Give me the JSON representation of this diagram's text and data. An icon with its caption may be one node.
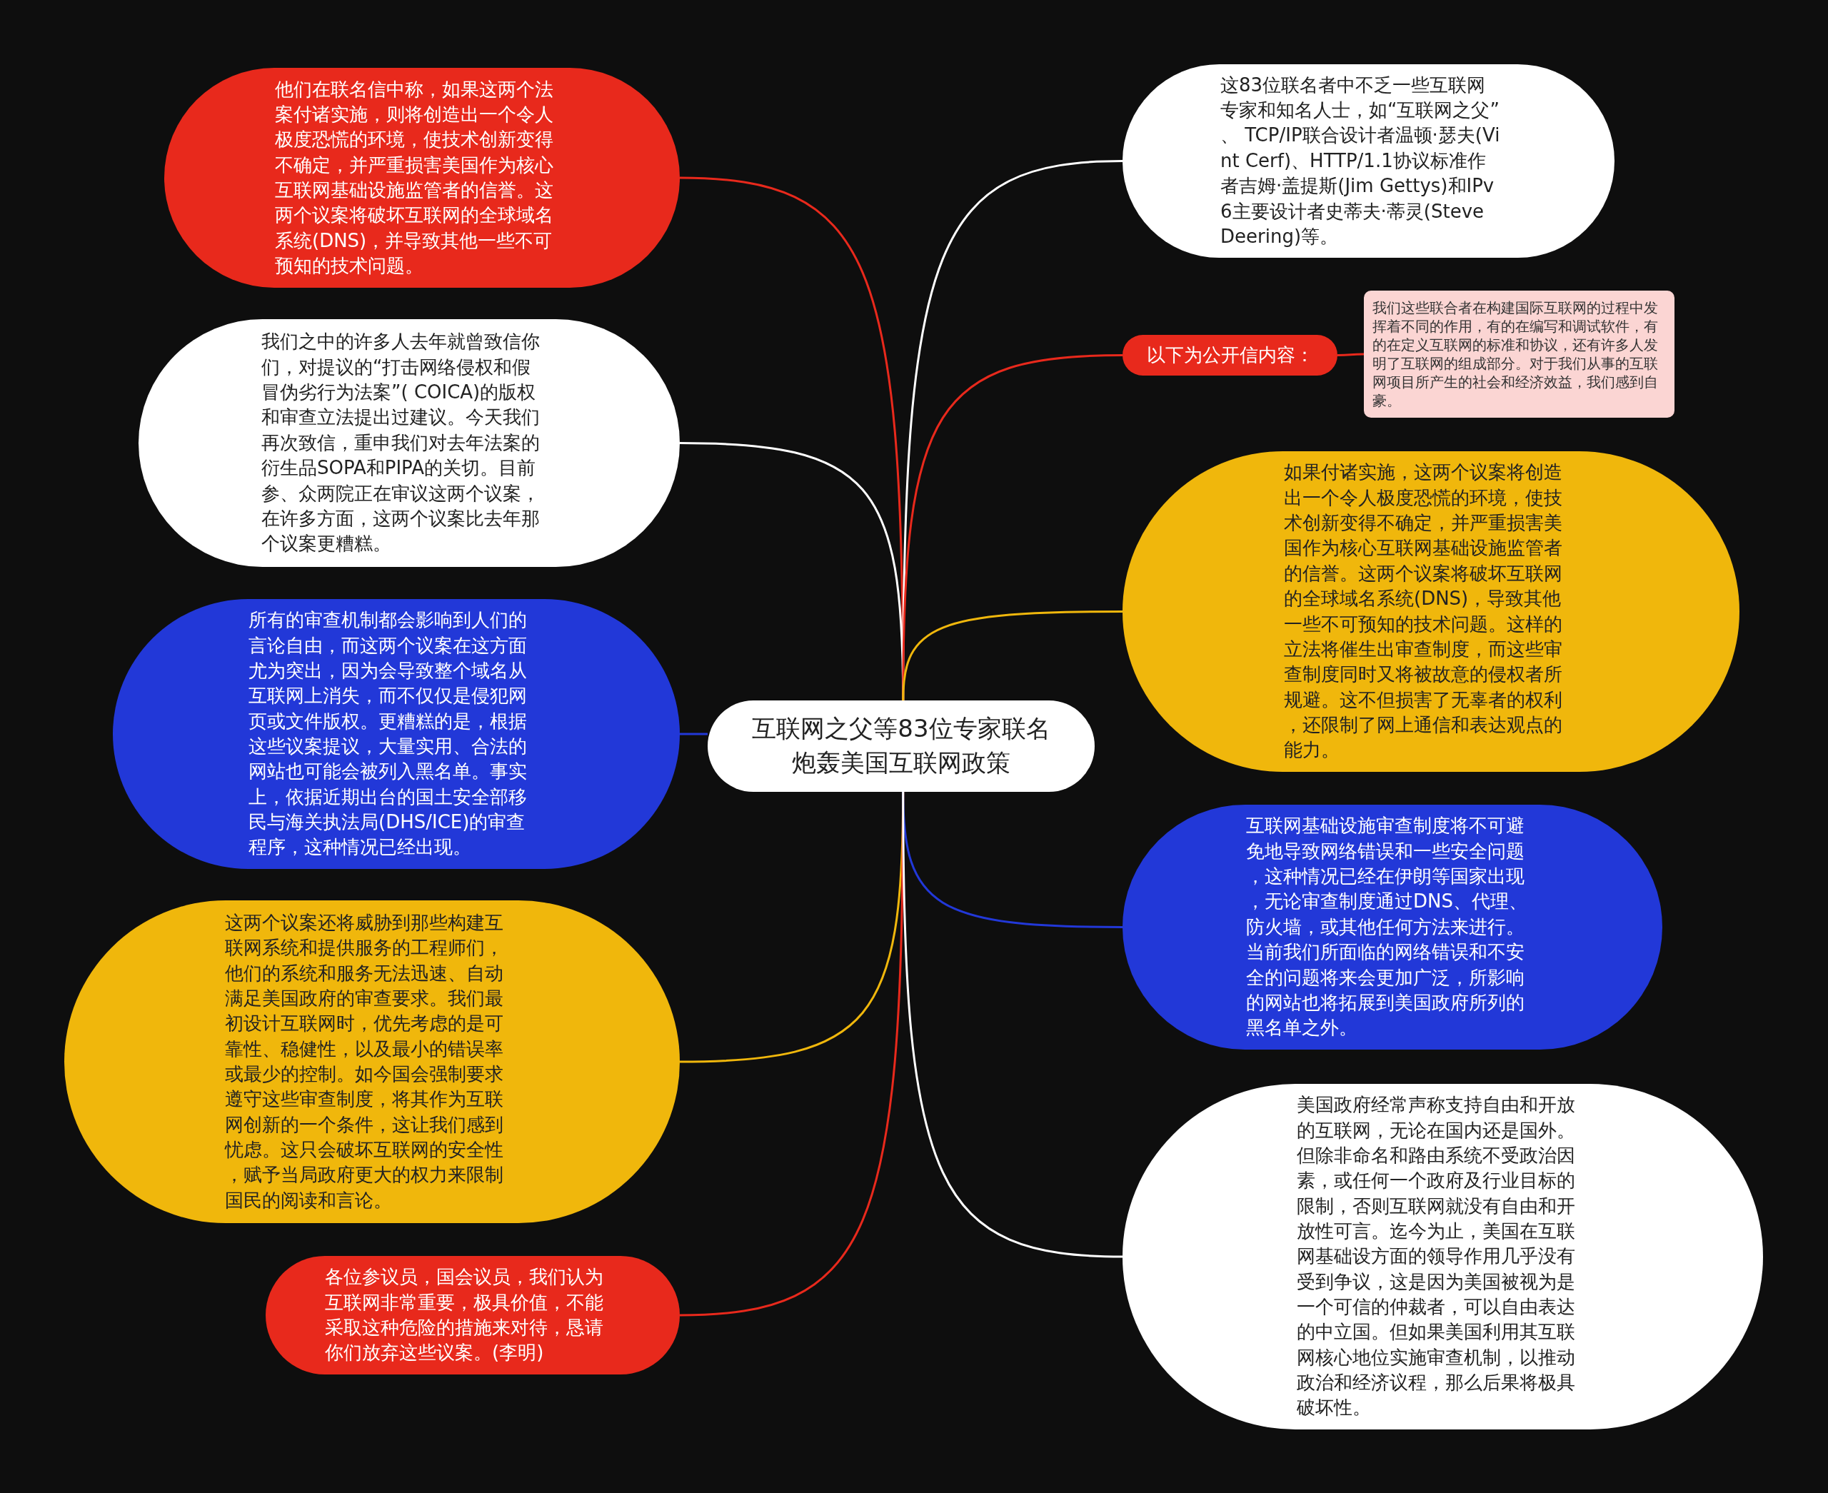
{
  "diagram": {
    "nodes": [
      {
        "text": [
          "互联网之父等83位专家联名炮轰美国互联网政策"
        ]
      },
      {
        "text": [
          "他们在联名信中称，如果这两个法案付诸实施，则将创造出一个令人极度恐慌的环境，使技术创新变得不确定，并严重损害美国作为核心互联网基础设施监管者的信誉。这两个议案将破坏互联网的全球域名系统(DNS)，并导致其他一些不可预知的技术问题。"
        ]
      },
      {
        "text": [
          "我们之中的许多人去年就曾致信你们，对提议的“打击网络侵权和假冒伪劣行为法案”( COICA)的版权和审查立法提出过建议。今天我们再次致信，重申我们对去年法案的衍生品SOPA和PIPA的关切。目前参、众两院正在审议这两个议案，在许多方面，这两个议案比去年那个议案更糟糕。"
        ]
      },
      {
        "text": [
          "所有的审查机制都会影响到人们的言论自由，而这两个议案在这方面尤为突出，因为会导致整个域名从互联网上消失，而不仅仅是侵犯网页或文件版权。更糟糕的是，根据这些议案提议，大量实用、合法的网站也可能会被列入黑名单。事实上，依据近期出台的国土安全部移民与海关执法局(DHS/ICE)的审查程序，这种情况已经出现。"
        ]
      },
      {
        "text": [
          "这两个议案还将威胁到那些构建互联网系统和提供服务的工程师们，他们的系统和服务无法迅速、自动满足美国政府的审查要求。我们最初设计互联网时，优先考虑的是可靠性、稳健性，以及最小的错误率或最少的控制。如今国会强制要求遵守这些审查制度，将其作为互联网创新的一个条件，这让我们感到忧虑。这只会破坏互联网的安全性，赋予当局政府更大的权力来限制国民的阅读和言论。"
        ]
      },
      {
        "text": [
          "各位参议员，国会议员，我们认为互联网非常重要，极具价值，不能采取这种危险的措施来对待，恳请你们放弃这些议案。(李明)"
        ]
      },
      {
        "text": [
          "这83位联名者中不乏一些互联网专家和知名人士，如“互联网之父”、 TCP/IP联合设计者温顿·瑟夫(Vint Cerf)、HTTP/1.1协议标准作者吉姆·盖提斯(Jim Gettys)和IPv6主要设计者史蒂夫·蒂灵(Steve Deering)等。"
        ]
      },
      {
        "text": [
          "以下为公开信内容："
        ]
      },
      {
        "text": [
          "我们这些联合者在构建国际互联网的过程中发挥着不同的作用，有的在编写和调试软件，有的在定义互联网的标准和协议，还有许多人发明了互联网的组成部分。对于我们从事的互联网项目所产生的社会和经济效益，我们感到自豪。"
        ]
      },
      {
        "text": [
          "如果付诸实施，这两个议案将创造出一个令人极度恐慌的环境，使技术创新变得不确定，并严重损害美国作为核心互联网基础设施监管者的信誉。这两个议案将破坏互联网的全球域名系统(DNS)，导致其他一些不可预知的技术问题。这样的立法将催生出审查制度，而这些审查制度同时又将被故意的侵权者所规避。这不但损害了无辜者的权利，还限制了网上通信和表达观点的能力。"
        ]
      },
      {
        "text": [
          "互联网基础设施审查制度将不可避免地导致网络错误和一些安全问题，这种情况已经在伊朗等国家出现，无论审查制度通过DNS、代理、防火墙，或其他任何方法来进行。当前我们所面临的网络错误和不安全的问题将来会更加广泛，所影响的网站也将拓展到美国政府所列的黑名单之外。"
        ]
      },
      {
        "text": [
          "美国政府经常声称支持自由和开放的互联网，无论在国内还是国外。但除非命名和路由系统不受政治因素，或任何一个政府及行业目标的限制，否则互联网就没有自由和开放性可言。迄今为止，美国在互联网基础设方面的领导作用几乎没有受到争议，这是因为美国被视为是一个可信的仲裁者，可以自由表达的中立国。但如果美国利用其互联网核心地位实施审查机制，以推动政治和经济议程，那么后果将极具破坏性。"
        ]
      }
    ],
    "edges": [
      {
        "from": 0,
        "to": 1,
        "arrow": "none",
        "color": "#e8291c"
      },
      {
        "from": 0,
        "to": 2,
        "arrow": "none",
        "color": "#ffffff"
      },
      {
        "from": 0,
        "to": 3,
        "arrow": "none",
        "color": "#2238d8"
      },
      {
        "from": 0,
        "to": 4,
        "arrow": "none",
        "color": "#f0b70c"
      },
      {
        "from": 0,
        "to": 5,
        "arrow": "none",
        "color": "#e8291c"
      },
      {
        "from": 0,
        "to": 6,
        "arrow": "none",
        "color": "#ffffff"
      },
      {
        "from": 0,
        "to": 7,
        "arrow": "none",
        "color": "#e8291c"
      },
      {
        "from": 7,
        "to": 8,
        "arrow": "none",
        "color": "#e8291c"
      },
      {
        "from": 0,
        "to": 9,
        "arrow": "none",
        "color": "#f0b70c"
      },
      {
        "from": 0,
        "to": 10,
        "arrow": "none",
        "color": "#2238d8"
      },
      {
        "from": 0,
        "to": 11,
        "arrow": "none",
        "color": "#ffffff"
      }
    ]
  }
}
